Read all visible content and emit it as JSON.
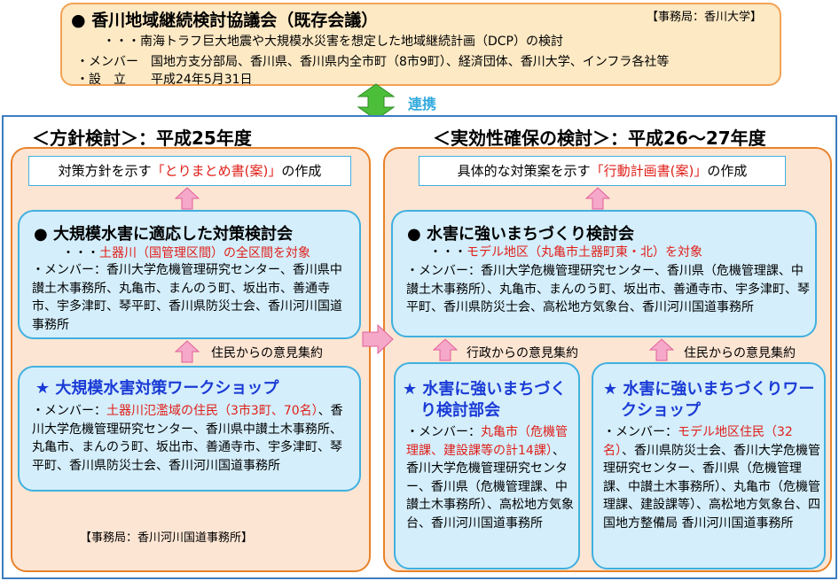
{
  "council": {
    "title": "●  香川地域継続検討協議会（既存会議）",
    "office": "【事務局：香川大学】",
    "purpose": "・・・南海トラフ巨大地震や大規模水災害を想定した地域継続計画（DCP）の検討",
    "members": "・メンバー　国地方支分部局、香川県、香川県内全市町（8市9町）、経済団体、香川大学、インフラ各社等",
    "established": "・設　立　　平成24年5月31日"
  },
  "link": {
    "label": "連携"
  },
  "phase1": {
    "header": "＜方針検討＞：平成25年度",
    "target_prefix": "対策方針を示す",
    "target_highlight": "「とりまとめ書(案)」",
    "target_suffix": "の作成",
    "committee": {
      "title": "●  大規模水害に適応した対策検討会",
      "target_dots": "・・・",
      "target_text": "土器川（国管理区間）の全区間を対象",
      "members": "・メンバー：香川大学危機管理研究センター、香川県中讃土木事務所、丸亀市、まんのう町、坂出市、善通寺市、宇多津町、琴平町、香川県防災士会、香川河川国道事務所"
    },
    "arrow_label": "住民からの意見集約",
    "workshop": {
      "title_star": "★",
      "title": "大規模水害対策ワークショップ",
      "members_prefix": "・メンバー：",
      "members_highlight": "土器川氾濫域の住民（3市3町、70名）",
      "members_rest": "、香川大学危機管理研究センター、香川県中讃土木事務所、丸亀市、まんのう町、坂出市、善通寺市、宇多津町、琴平町、香川県防災士会、香川河川国道事務所"
    },
    "office": "【事務局：香川河川国道事務所】"
  },
  "phase2": {
    "header": "＜実効性確保の検討＞：平成26～27年度",
    "target_prefix": "具体的な対策案を示す",
    "target_highlight": "「行動計画書(案)」",
    "target_suffix": "の作成",
    "committee": {
      "title": "●  水害に強いまちづくり検討会",
      "target_dots": "・・・",
      "target_text": "モデル地区（丸亀市土器町東・北）を対象",
      "members": "・メンバー：香川大学危機管理研究センター、香川県（危機管理課、中讃土木事務所）、丸亀市、まんのう町、坂出市、善通寺市、宇多津町、琴平町、香川県防災士会、高松地方気象台、香川河川国道事務所"
    },
    "arrow_label_admin": "行政からの意見集約",
    "arrow_label_residents": "住民からの意見集約",
    "subcommittee": {
      "title_star": "★",
      "title": "水害に強いまちづくり検討部会",
      "members_prefix": "・メンバー：",
      "members_highlight": "丸亀市（危機管理課、建設課等の計14課）",
      "members_rest": "、香川大学危機管理研究センター、香川県（危機管理課、中讃土木事務所）、高松地方気象台、香川河川国道事務所"
    },
    "workshop": {
      "title_star": "★",
      "title": "水害に強いまちづくりワークショップ",
      "members_prefix": "・メンバー：",
      "members_highlight": "モデル地区住民（32名）",
      "members_rest": "、香川県防災士会、香川大学危機管理研究センター、香川県（危機管理課、中讃土木事務所）、丸亀市（危機管理課、建設課等）、高松地方気象台、四国地方整備局 香川河川国道事務所"
    }
  },
  "colors": {
    "panel_fill": "#fde5d3",
    "panel_border": "#e8822a",
    "box_fill": "#d4eefb",
    "box_border": "#40b0e0",
    "highlight": "#e0201a",
    "arrow_pink": "#f5a8c8",
    "link_green": "#4cbf3a"
  },
  "icons": {
    "link_arrow": "double-headed-up-down-arrow-icon",
    "flow_arrow": "pink-up-arrow-icon",
    "phase_arrow": "pink-right-arrow-icon"
  }
}
